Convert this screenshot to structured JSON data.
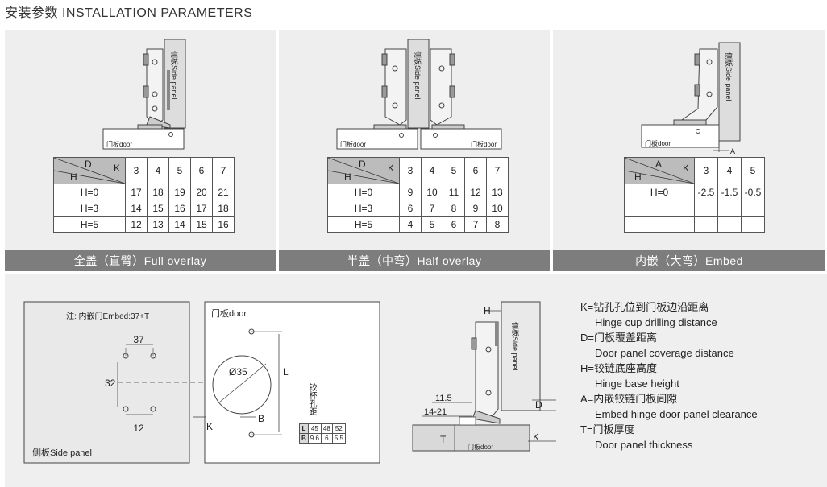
{
  "page_title": "安装参数 INSTALLATION PARAMETERS",
  "panels": [
    {
      "caption": "全盖（直臂）Full overlay",
      "side_label": "侧板Side panel",
      "door_label": "门板door",
      "table": {
        "hdr_top": "D",
        "hdr_k": "K",
        "hdr_h": "H",
        "k_values": [
          "3",
          "4",
          "5",
          "6",
          "7"
        ],
        "rows": [
          {
            "h": "H=0",
            "values": [
              "17",
              "18",
              "19",
              "20",
              "21"
            ]
          },
          {
            "h": "H=3",
            "values": [
              "14",
              "15",
              "16",
              "17",
              "18"
            ]
          },
          {
            "h": "H=5",
            "values": [
              "12",
              "13",
              "14",
              "15",
              "16"
            ]
          }
        ]
      }
    },
    {
      "caption": "半盖（中弯）Half overlay",
      "side_label": "侧板Side panel",
      "door_label_left": "门板door",
      "door_label_right": "门板door",
      "table": {
        "hdr_top": "D",
        "hdr_k": "K",
        "hdr_h": "H",
        "k_values": [
          "3",
          "4",
          "5",
          "6",
          "7"
        ],
        "rows": [
          {
            "h": "H=0",
            "values": [
              "9",
              "10",
              "11",
              "12",
              "13"
            ]
          },
          {
            "h": "H=3",
            "values": [
              "6",
              "7",
              "8",
              "9",
              "10"
            ]
          },
          {
            "h": "H=5",
            "values": [
              "4",
              "5",
              "6",
              "7",
              "8"
            ]
          }
        ]
      }
    },
    {
      "caption": "内嵌（大弯）Embed",
      "side_label": "侧板Side panel",
      "door_label": "门板door",
      "gap_label": "A",
      "table": {
        "hdr_top": "A",
        "hdr_k": "K",
        "hdr_h": "H",
        "k_values": [
          "3",
          "4",
          "5"
        ],
        "rows": [
          {
            "h": "H=0",
            "values": [
              "-2.5",
              "-1.5",
              "-0.5"
            ]
          },
          {
            "h": "",
            "values": [
              "",
              "",
              ""
            ]
          },
          {
            "h": "",
            "values": [
              "",
              "",
              ""
            ]
          }
        ]
      }
    }
  ],
  "drilling": {
    "note": "注: 内嵌门Embed:37+T",
    "dim_37": "37",
    "dim_32": "32",
    "dim_12": "12",
    "side_panel": "侧板Side panel",
    "door_panel": "门板door",
    "cup_dia": "Ø35",
    "dim_L": "L",
    "cup_hole_dist": "铰杯孔距",
    "dim_K": "K",
    "dim_B": "B",
    "lb_table": {
      "rows": [
        {
          "label": "L",
          "values": [
            "45",
            "48",
            "52"
          ]
        },
        {
          "label": "B",
          "values": [
            "9.6",
            "6",
            "5.5"
          ]
        }
      ]
    }
  },
  "section": {
    "dim_H": "H",
    "dim_D": "D",
    "dim_11_5": "11.5",
    "dim_14_21": "14-21",
    "dim_T": "T",
    "dim_K": "K",
    "side_label": "侧板Side panel",
    "door_label": "门板door"
  },
  "legend": [
    {
      "cn": "K=钻孔孔位到门板边沿距离",
      "en": "Hinge cup drilling distance"
    },
    {
      "cn": "D=门板覆盖距离",
      "en": "Door panel coverage distance"
    },
    {
      "cn": "H=铰链底座高度",
      "en": "Hinge base height"
    },
    {
      "cn": "A=内嵌铰链门板间隙",
      "en": "Embed hinge door panel clearance"
    },
    {
      "cn": "T=门板厚度",
      "en": "Door panel thickness"
    }
  ],
  "colors": {
    "panel_bg": "#eeeeee",
    "caption_bg": "#7d7d7d",
    "table_header_bg": "#bcbcbc",
    "line": "#555555"
  }
}
